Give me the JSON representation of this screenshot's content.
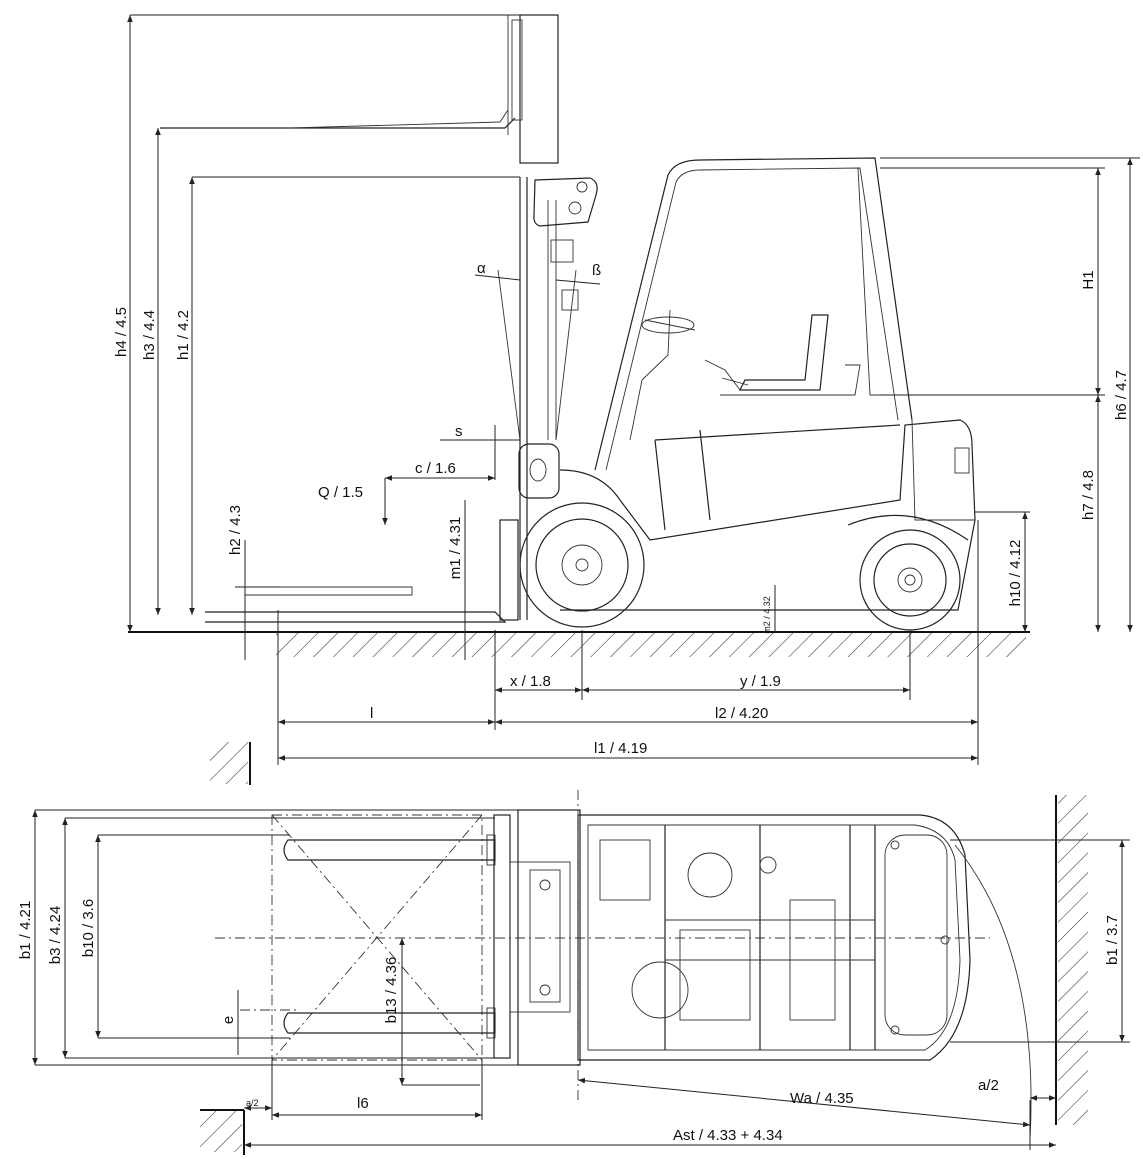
{
  "side_view": {
    "labels": {
      "h4": "h4 / 4.5",
      "h3": "h3 / 4.4",
      "h1": "h1 / 4.2",
      "h2": "h2 / 4.3",
      "m1": "m1 / 4.31",
      "m2": "m2 / 4.32",
      "Q": "Q / 1.5",
      "c": "c / 1.6",
      "s": "s",
      "alpha": "α",
      "beta": "ß",
      "x": "x / 1.8",
      "y": "y / 1.9",
      "l": "l",
      "l2": "l2 / 4.20",
      "l1": "l1 / 4.19",
      "H1": "H1",
      "h6": "h6 / 4.7",
      "h7": "h7 / 4.8",
      "h10": "h10 / 4.12"
    }
  },
  "top_view": {
    "labels": {
      "b1_left": "b1 / 4.21",
      "b3": "b3 / 4.24",
      "b10": "b10 / 3.6",
      "b13": "b13 / 4.36",
      "e": "e",
      "a2_small": "a/2",
      "l6": "l6",
      "Wa": "Wa / 4.35",
      "a2": "a/2",
      "Ast": "Ast / 4.33 + 4.34",
      "b1_right": "b1 / 3.7"
    }
  }
}
